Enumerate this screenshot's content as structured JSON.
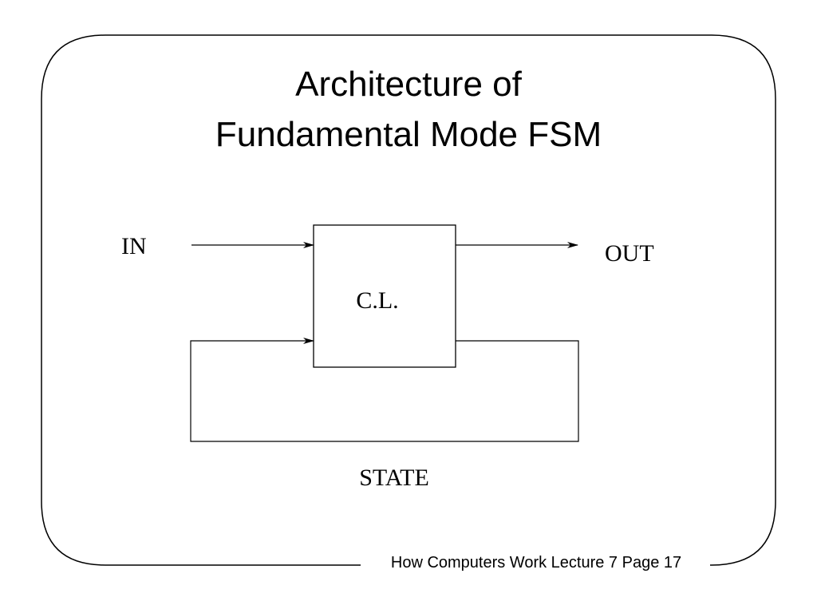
{
  "slide": {
    "title_line_1": "Architecture of",
    "title_line_2": "Fundamental Mode FSM",
    "footer": "How Computers Work Lecture 7 Page 17"
  },
  "diagram": {
    "input_label": "IN",
    "output_label": "OUT",
    "block_label": "C.L.",
    "feedback_label": "STATE"
  }
}
